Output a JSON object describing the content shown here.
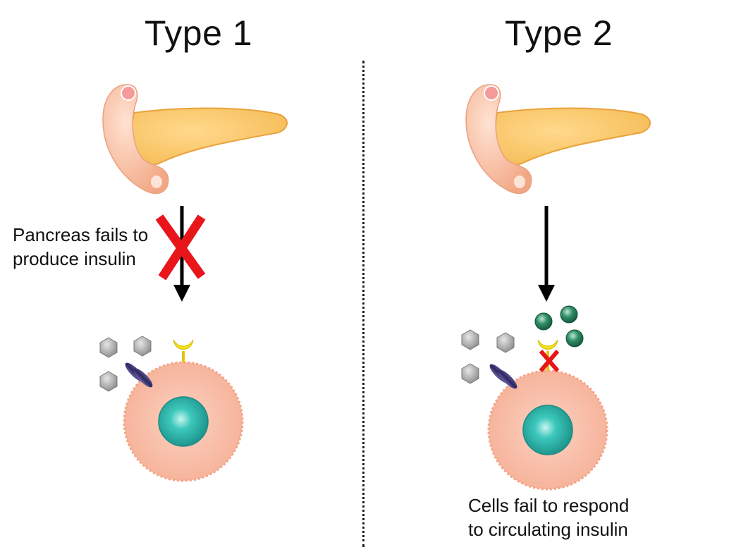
{
  "panels": {
    "left": {
      "title": "Type 1",
      "caption_line1": "Pancreas fails to",
      "caption_line2": "produce insulin"
    },
    "right": {
      "title": "Type 2",
      "caption_line1": "Cells fail to respond",
      "caption_line2": "to circulating insulin"
    }
  },
  "colors": {
    "pancreas_body": "#f7c56a",
    "pancreas_head": "#f4b48f",
    "cell": "#f7b9a2",
    "nucleus": "#2cb7ab",
    "block_x": "#e8161a",
    "receptor": "#f2e21a",
    "glucose": "#999999",
    "transporter": "#3a3570",
    "insulin": "#1f7a55"
  }
}
